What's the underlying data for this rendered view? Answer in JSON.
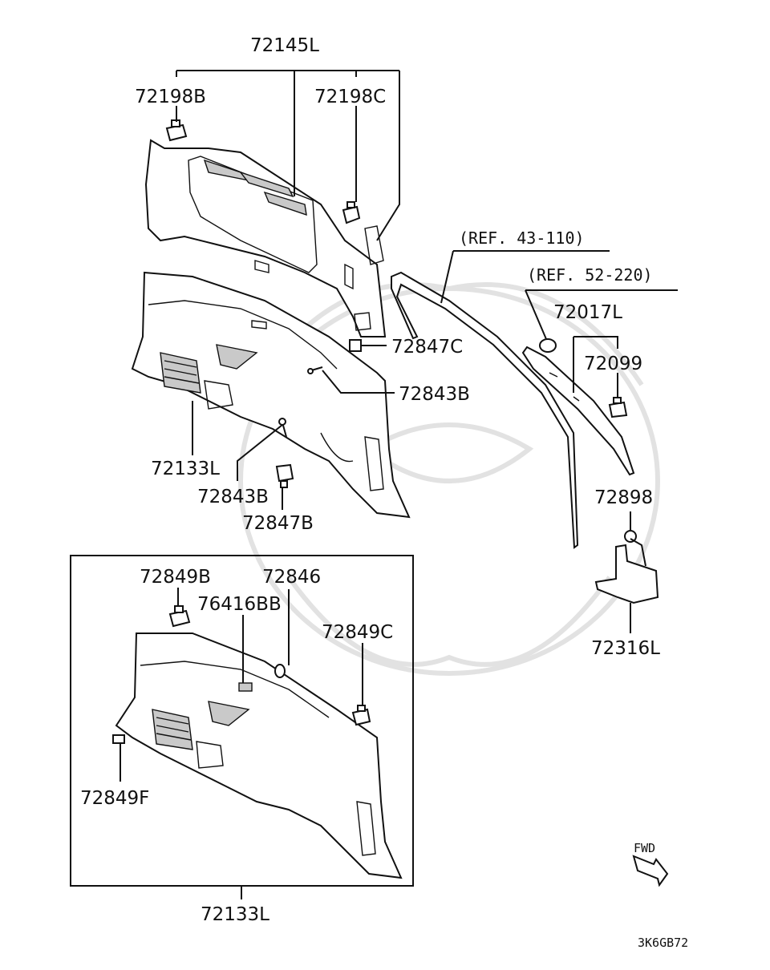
{
  "labels": {
    "p72145L": "72145L",
    "p72198B": "72198B",
    "p72198C": "72198C",
    "p72847C": "72847C",
    "p72843B_a": "72843B",
    "p72133L_a": "72133L",
    "p72843B_b": "72843B",
    "p72847B": "72847B",
    "ref43": "(REF. 43-110)",
    "ref52": "(REF. 52-220)",
    "p72017L": "72017L",
    "p72099": "72099",
    "p72898": "72898",
    "p72316L": "72316L",
    "p72849B": "72849B",
    "p72846": "72846",
    "p76416BB": "76416BB",
    "p72849C": "72849C",
    "p72849F": "72849F",
    "p72133L_b": "72133L",
    "fwd": "FWD",
    "code": "3K6GB72"
  }
}
